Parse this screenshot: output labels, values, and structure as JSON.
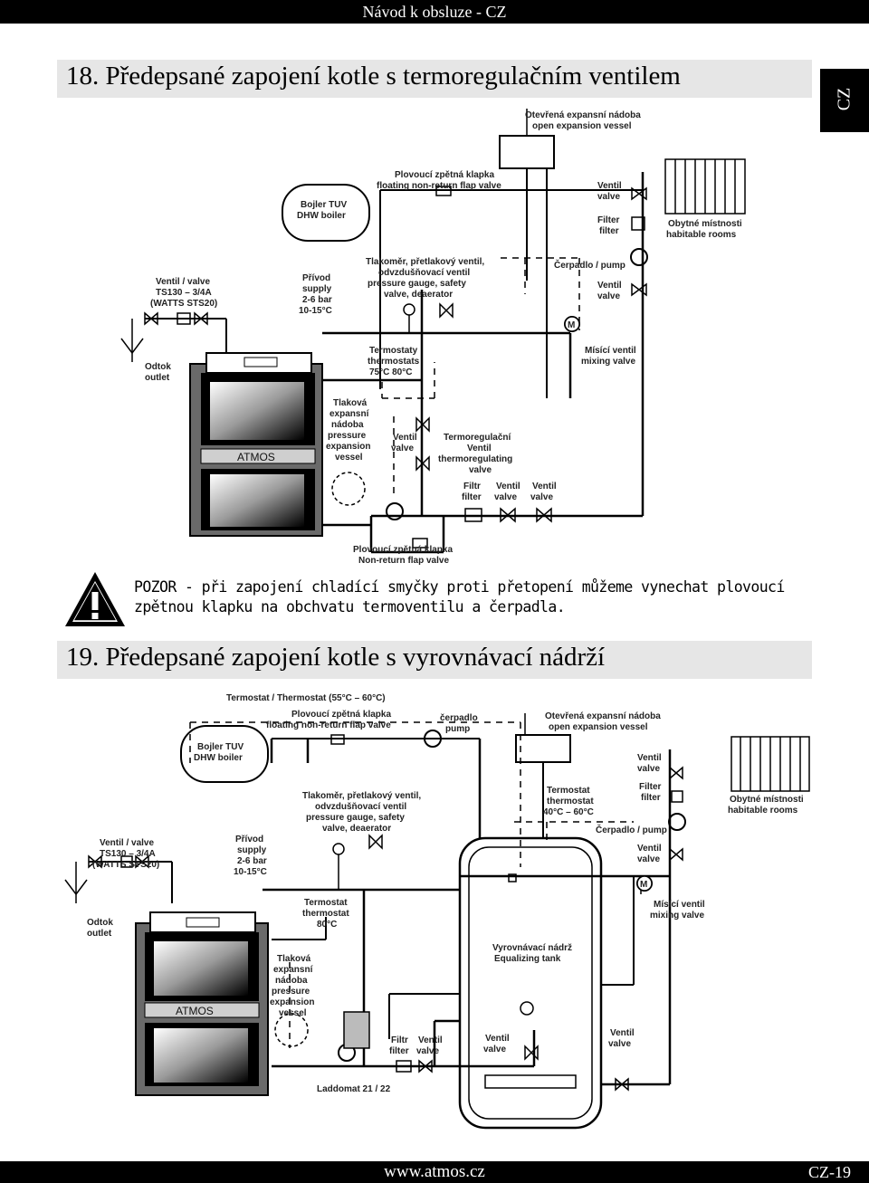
{
  "header": {
    "title": "Návod k obsluze - CZ"
  },
  "side_tab": {
    "label": "CZ"
  },
  "section18": {
    "title": "18. Předepsané zapojení kotle s termoregulačním ventilem",
    "labels": {
      "open_vessel": "Otevřená expansní nádoba",
      "open_vessel_en": "open expansion vessel",
      "flap_cz": "Plovoucí zpětná klapka",
      "flap_en": "floating non-return flap valve",
      "boiler_cz": "Bojler TUV",
      "boiler_en": "DHW boiler",
      "valve_cz": "Ventil",
      "valve_en": "valve",
      "filter_cz": "Filter",
      "filter_en": "filter",
      "rooms_cz": "Obytné místnosti",
      "rooms_en": "habitable rooms",
      "ts_1": "Ventil / valve",
      "ts_2": "TS130 – 3/4A",
      "ts_3": "(WATTS STS20)",
      "supply_1": "Přívod",
      "supply_2": "supply",
      "supply_3": "2-6 bar",
      "supply_4": "10-15°C",
      "gauge_1": "Tlakoměr, přetlakový ventil,",
      "gauge_2": "odvzdušňovací ventil",
      "gauge_3": "pressure gauge, safety",
      "gauge_4": "valve, deaerator",
      "pump": "Čerpadlo / pump",
      "outlet_cz": "Odtok",
      "outlet_en": "outlet",
      "thermostats_1": "Termostaty",
      "thermostats_2": "thermostats",
      "thermostats_3": "75°C  80°C",
      "mixing_cz": "Mísící ventil",
      "mixing_en": "mixing valve",
      "pev_1": "Tlaková",
      "pev_2": "expansní",
      "pev_3": "nádoba",
      "pev_4": "pressure",
      "pev_5": "expansion",
      "pev_6": "vessel",
      "thermo_1": "Termoregulační",
      "thermo_2": "Ventil",
      "thermo_3": "thermoregulating",
      "thermo_4": "valve",
      "filtr_cz": "Filtr",
      "filtr_en": "filter",
      "atmos": "ATMOS",
      "m": "M",
      "nrf_cz": "Plovoucí zpětná klapka",
      "nrf_en": "Non-return flap valve"
    }
  },
  "warning": {
    "text_line1": "POZOR - při zapojení chladící smyčky proti přetopení můžeme vynechat plovoucí",
    "text_line2": "zpětnou klapku na obchvatu termoventilu a čerpadla."
  },
  "section19": {
    "title": "19. Předepsané zapojení kotle s vyrovnávací nádrží",
    "labels": {
      "thermostat_top": "Termostat / Thermostat (55°C – 60°C)",
      "flap_cz": "Plovoucí zpětná klapka",
      "flap_en": "floating non-return flap valve",
      "pump_cz": "čerpadlo",
      "pump_en": "pump",
      "open_vessel": "Otevřená expansní nádoba",
      "open_vessel_en": "open expansion vessel",
      "boiler_cz": "Bojler TUV",
      "boiler_en": "DHW boiler",
      "valve_cz": "Ventil",
      "valve_en": "valve",
      "filter_cz": "Filter",
      "filter_en": "filter",
      "rooms_cz": "Obytné místnosti",
      "rooms_en": "habitable rooms",
      "gauge_1": "Tlakoměr, přetlakový ventil,",
      "gauge_2": "odvzdušňovací ventil",
      "gauge_3": "pressure gauge, safety",
      "gauge_4": "valve, deaerator",
      "tstat_1": "Termostat",
      "tstat_2": "thermostat",
      "tstat_3": "40°C – 60°C",
      "pump2": "Čerpadlo / pump",
      "ts_1": "Ventil / valve",
      "ts_2": "TS130 – 3/4A",
      "ts_3": "(WATTS STS20)",
      "supply_1": "Přívod",
      "supply_2": "supply",
      "supply_3": "2-6 bar",
      "supply_4": "10-15°C",
      "outlet_cz": "Odtok",
      "outlet_en": "outlet",
      "mixing_cz": "Mísící ventil",
      "mixing_en": "mixing valve",
      "tstat80_1": "Termostat",
      "tstat80_2": "thermostat",
      "tstat80_3": "80°C",
      "tank_cz": "Vyrovnávací nádrž",
      "tank_en": "Equalizing tank",
      "pev_1": "Tlaková",
      "pev_2": "expansní",
      "pev_3": "nádoba",
      "pev_4": "pressure",
      "pev_5": "expansion",
      "pev_6": "vessel",
      "filtr_cz": "Filtr",
      "filtr_en": "filter",
      "laddomat": "Laddomat 21 / 22",
      "atmos": "ATMOS",
      "m": "M"
    }
  },
  "footer": {
    "url": "www.atmos.cz",
    "page": "CZ-19"
  }
}
